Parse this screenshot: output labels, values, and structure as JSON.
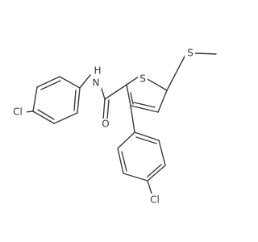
{
  "molecule": {
    "colors": {
      "bond": "#3a3a3a",
      "carbon": "#3a3a3a",
      "nitrogen": "#3a3a3a",
      "oxygen": "#3a3a3a",
      "sulfur": "#3a3a3a",
      "chlorine": "#3a3a3a",
      "background": "#ffffff"
    },
    "atoms": {
      "S_ring": "S",
      "S_methylthio": "S",
      "N_amide": "N",
      "H_amide": "H",
      "O_carbonyl": "O",
      "Cl_left": "Cl",
      "Cl_bottom": "Cl"
    }
  }
}
